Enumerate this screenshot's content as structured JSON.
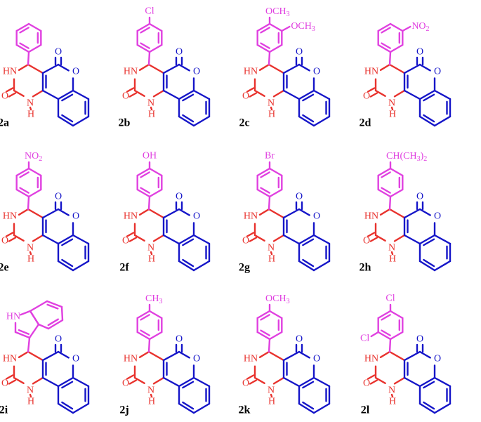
{
  "compounds": [
    {
      "id": "2a",
      "sub": {
        "type": "phenyl",
        "groups": []
      }
    },
    {
      "id": "2b",
      "sub": {
        "type": "phenyl",
        "groups": [
          {
            "pos": "p",
            "text": "Cl"
          }
        ]
      }
    },
    {
      "id": "2c",
      "sub": {
        "type": "phenyl",
        "groups": [
          {
            "pos": "p",
            "text": "OCH3"
          },
          {
            "pos": "m",
            "text": "OCH3"
          }
        ]
      }
    },
    {
      "id": "2d",
      "sub": {
        "type": "phenyl",
        "groups": [
          {
            "pos": "m",
            "text": "NO2"
          }
        ]
      }
    },
    {
      "id": "2e",
      "sub": {
        "type": "phenyl",
        "groups": [
          {
            "pos": "p",
            "text": "NO2"
          }
        ]
      }
    },
    {
      "id": "2f",
      "sub": {
        "type": "phenyl",
        "groups": [
          {
            "pos": "p",
            "text": "OH"
          }
        ]
      }
    },
    {
      "id": "2g",
      "sub": {
        "type": "phenyl",
        "groups": [
          {
            "pos": "p",
            "text": "Br"
          }
        ]
      }
    },
    {
      "id": "2h",
      "sub": {
        "type": "phenyl",
        "groups": [
          {
            "pos": "p",
            "text": "CH(CH3)2"
          }
        ]
      }
    },
    {
      "id": "2i",
      "sub": {
        "type": "indole",
        "groups": [
          {
            "pos": "nh",
            "text": "HN"
          }
        ]
      }
    },
    {
      "id": "2j",
      "sub": {
        "type": "phenyl",
        "groups": [
          {
            "pos": "p",
            "text": "CH3"
          }
        ]
      }
    },
    {
      "id": "2k",
      "sub": {
        "type": "phenyl",
        "groups": [
          {
            "pos": "p",
            "text": "OCH3"
          }
        ]
      }
    },
    {
      "id": "2l",
      "sub": {
        "type": "phenyl",
        "groups": [
          {
            "pos": "p",
            "text": "Cl"
          },
          {
            "pos": "o",
            "text": "Cl"
          }
        ]
      }
    }
  ],
  "atom_labels": {
    "hn": "HN",
    "nh": "NH",
    "n": "N",
    "h": "H",
    "o": "O"
  },
  "colors": {
    "pyrimidinone": "#e8322d",
    "coumarin": "#1515c8",
    "substituent": "#e040e0"
  }
}
